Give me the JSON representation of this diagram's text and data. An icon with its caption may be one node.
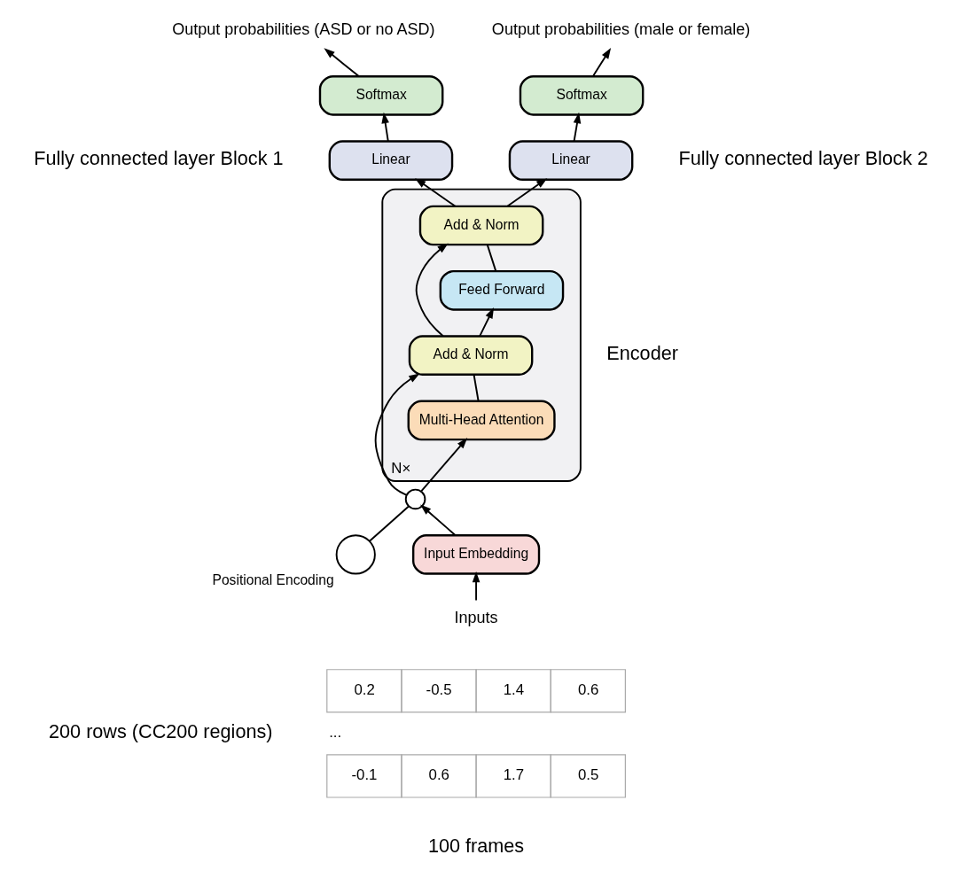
{
  "diagram": {
    "nodes": [
      {
        "text": [
          "Output probabilities (ASD or no ASD)"
        ]
      },
      {
        "text": [
          "Output probabilities (male or female)"
        ]
      },
      {
        "text": [
          "Softmax"
        ]
      },
      {
        "text": [
          "Softmax"
        ]
      },
      {
        "text": [
          "Linear"
        ]
      },
      {
        "text": [
          "Linear"
        ]
      },
      {
        "text": [],
        "shape": "box",
        "beside": [
          "N×"
        ]
      },
      {
        "text": [
          "Add & Norm"
        ],
        "in": 6
      },
      {
        "text": [
          "Feed Forward"
        ],
        "in": 6
      },
      {
        "text": [
          "Add & Norm"
        ],
        "in": 6
      },
      {
        "text": [
          "Multi-Head Attention"
        ],
        "in": 6
      },
      {
        "text": [],
        "shape": "circle"
      },
      {
        "text": [],
        "shape": "circle",
        "beside": [
          "Positional Encoding"
        ]
      },
      {
        "text": [
          "Input Embedding"
        ]
      },
      {
        "text": [
          "Inputs"
        ]
      }
    ],
    "edges": [
      {
        "from": 14,
        "to": 13,
        "arrow": "to"
      },
      {
        "from": 13,
        "to": 11,
        "arrow": "to"
      },
      {
        "from": 12,
        "to": 11,
        "arrow": "none"
      },
      {
        "from": 11,
        "to": 10,
        "arrow": "to"
      },
      {
        "from": 11,
        "to": 9,
        "arrow": "to"
      },
      {
        "from": 10,
        "to": 9,
        "arrow": "none"
      },
      {
        "from": 9,
        "to": 8,
        "arrow": "to"
      },
      {
        "from": 9,
        "to": 7,
        "arrow": "to"
      },
      {
        "from": 8,
        "to": 7,
        "arrow": "none"
      },
      {
        "from": 7,
        "to": 4,
        "arrow": "to"
      },
      {
        "from": 7,
        "to": 5,
        "arrow": "to"
      },
      {
        "from": 4,
        "to": 2,
        "arrow": "to"
      },
      {
        "from": 5,
        "to": 3,
        "arrow": "to"
      },
      {
        "from": 2,
        "to": 0,
        "arrow": "to"
      },
      {
        "from": 3,
        "to": 1,
        "arrow": "to"
      }
    ],
    "labels": [
      "Fully connected layer Block 1",
      "Fully connected layer Block 2",
      "Encoder",
      "0.2",
      "-0.5",
      "1.4",
      "0.6",
      "200 rows (CC200 regions)",
      "...",
      "-0.1",
      "0.6",
      "1.7",
      "0.5",
      "100 frames"
    ]
  }
}
